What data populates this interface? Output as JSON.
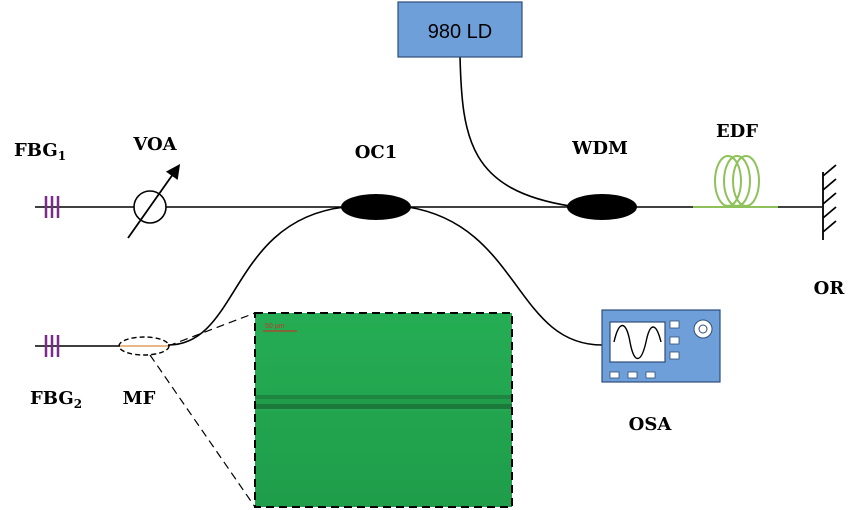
{
  "source": {
    "label": "980 LD",
    "color": "#6f9fd8"
  },
  "components": {
    "fbg1": {
      "base": "FBG",
      "sub": "1"
    },
    "fbg2": {
      "base": "FBG",
      "sub": "2"
    },
    "voa": "VOA",
    "oc1": "OC1",
    "wdm": "WDM",
    "edf": "EDF",
    "or": "OR",
    "mf": "MF",
    "osa": "OSA"
  },
  "inset": {
    "scale_bar": "50 μm",
    "color": "#23a84e"
  },
  "colors": {
    "fbg": "#7b2a8c",
    "edf_coil": "#8fc15a",
    "osa_body": "#6f9fd8",
    "coupler": "#000000",
    "mf_fiber": "#e0a060"
  }
}
